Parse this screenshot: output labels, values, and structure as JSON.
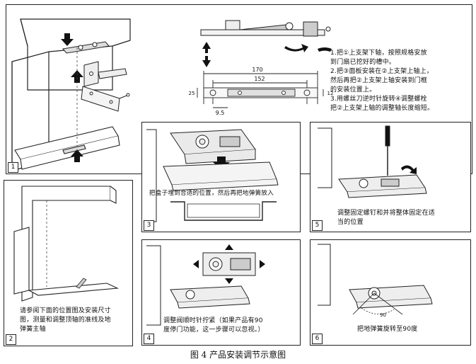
{
  "panel1": {
    "number": "1",
    "dim_total": "170",
    "dim_inner": "152",
    "dim_offset": "9.5",
    "dim_height_left": "25",
    "dim_height_right": "12",
    "instructions": "1.把①上支架下轴，按照规格安放\n  到门扇已挖好的槽中。\n2.把③面板安装在②上支架上轴上，\n  然后再把②上支架上轴安装到门框\n  的安装位置上。\n3.用螺丝刀逆时针旋转④调整螺栓\n  把②上支架上轴的调整轴长度缩短。"
  },
  "panel2": {
    "number": "2",
    "text": "请参阅下面的位置图及安装尺寸\n图，测量和调整顶轴的准线及地\n弹簧主轴"
  },
  "panel3": {
    "number": "3",
    "text": "把盒子埋到合适的位置，然后再把地弹簧放入"
  },
  "panel4": {
    "number": "4",
    "text": "调整阀顺时针拧紧（如果产品有90\n度停门功能，这一步骤可以忽视。）"
  },
  "panel5": {
    "number": "5",
    "text": "调整固定螺钉和并将整体固定在适\n当的位置"
  },
  "panel6": {
    "number": "6",
    "text": "把地弹簧旋转至90度",
    "angle_label": "90"
  },
  "caption": "图 4  产品安装调节示意图"
}
